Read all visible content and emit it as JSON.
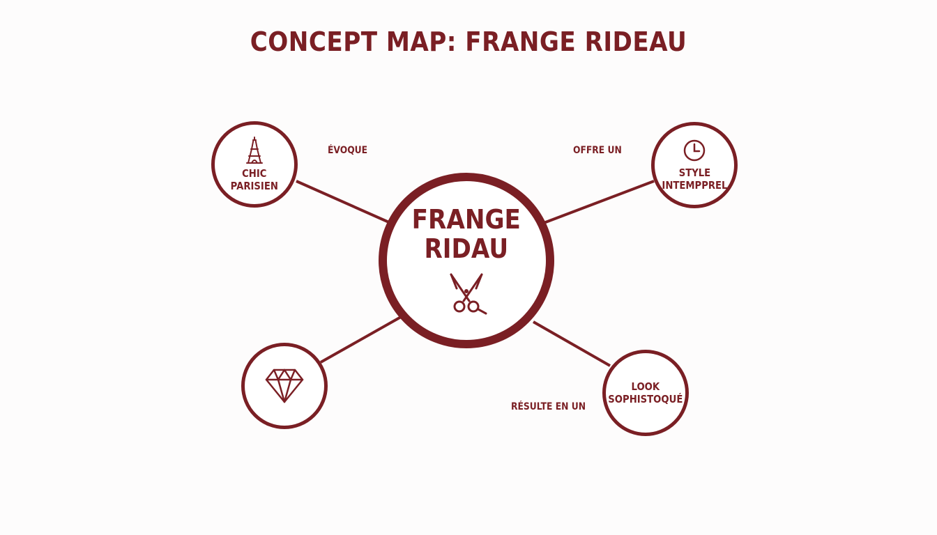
{
  "title": "CONCEPT MAP: FRANGE RIDEAU",
  "center": {
    "line1": "FRANGE",
    "line2": "RIDAU",
    "icon": "scissors-icon"
  },
  "nodes": {
    "top_left": {
      "line1": "CHIC",
      "line2": "PARISIEN",
      "icon": "eiffel-tower-icon"
    },
    "top_right": {
      "line1": "STYLE",
      "line2": "INTEMPPREL",
      "icon": "clock-icon"
    },
    "bottom_left": {
      "icon": "diamond-icon"
    },
    "bottom_right": {
      "line1": "LOOK",
      "line2": "SOPHISTOQUÉ"
    }
  },
  "edges": {
    "top_left": "ÉVOQUE",
    "top_right": "OFFRE UN",
    "bottom_right": "RÉSULTE EN UN"
  },
  "colors": {
    "accent": "#7a1f24",
    "background": "#fdfcfc"
  }
}
